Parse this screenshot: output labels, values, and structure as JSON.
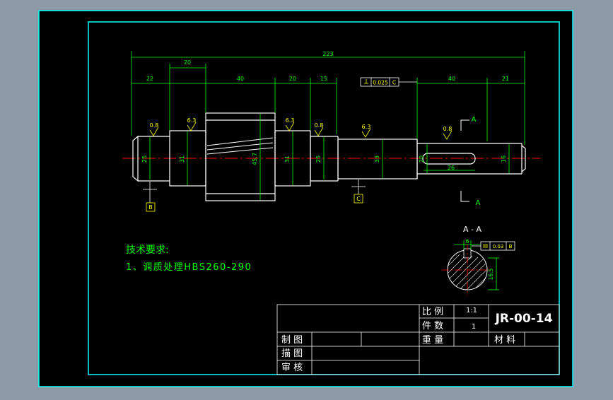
{
  "colors": {
    "background": "#8e9aa8",
    "sheet": "#000000",
    "frame": "#00ffff",
    "outline": "#ffffff",
    "dimension": "#00ff00",
    "centerline": "#ff0000",
    "roughness": "#ffff00",
    "text": "#ffffff"
  },
  "dimensions": {
    "overall": "223",
    "top_row": [
      "22",
      "20",
      "40",
      "20",
      "15",
      "40",
      "21"
    ],
    "diameters": [
      "25",
      "31",
      "45.7",
      "31",
      "25",
      "33",
      "20",
      "16"
    ],
    "keyway_length": "26"
  },
  "roughness_values": [
    "0.8",
    "6.3",
    "6.3",
    "0.8",
    "6.3",
    "0.8"
  ],
  "tolerances": {
    "perpendicularity_value": "0.025",
    "perpendicularity_datum": "C",
    "symmetry_value": "0.03",
    "symmetry_datum": "B"
  },
  "datums": [
    "B",
    "C"
  ],
  "section": {
    "marker": "A",
    "title": "A - A",
    "width_dim": "6",
    "depth_dim": "16.5"
  },
  "technical_requirements": {
    "heading": "技术要求:",
    "item1": "1、调质处理HBS260-290"
  },
  "title_block": {
    "drawing_number": "JR-00-14",
    "scale_label": "比 例",
    "scale_value": "1:1",
    "quantity_label": "件 数",
    "quantity_value": "1",
    "weight_label": "重 量",
    "material_label": "材 料",
    "drawn_label": "制 图",
    "traced_label": "描 图",
    "checked_label": "审 核"
  }
}
